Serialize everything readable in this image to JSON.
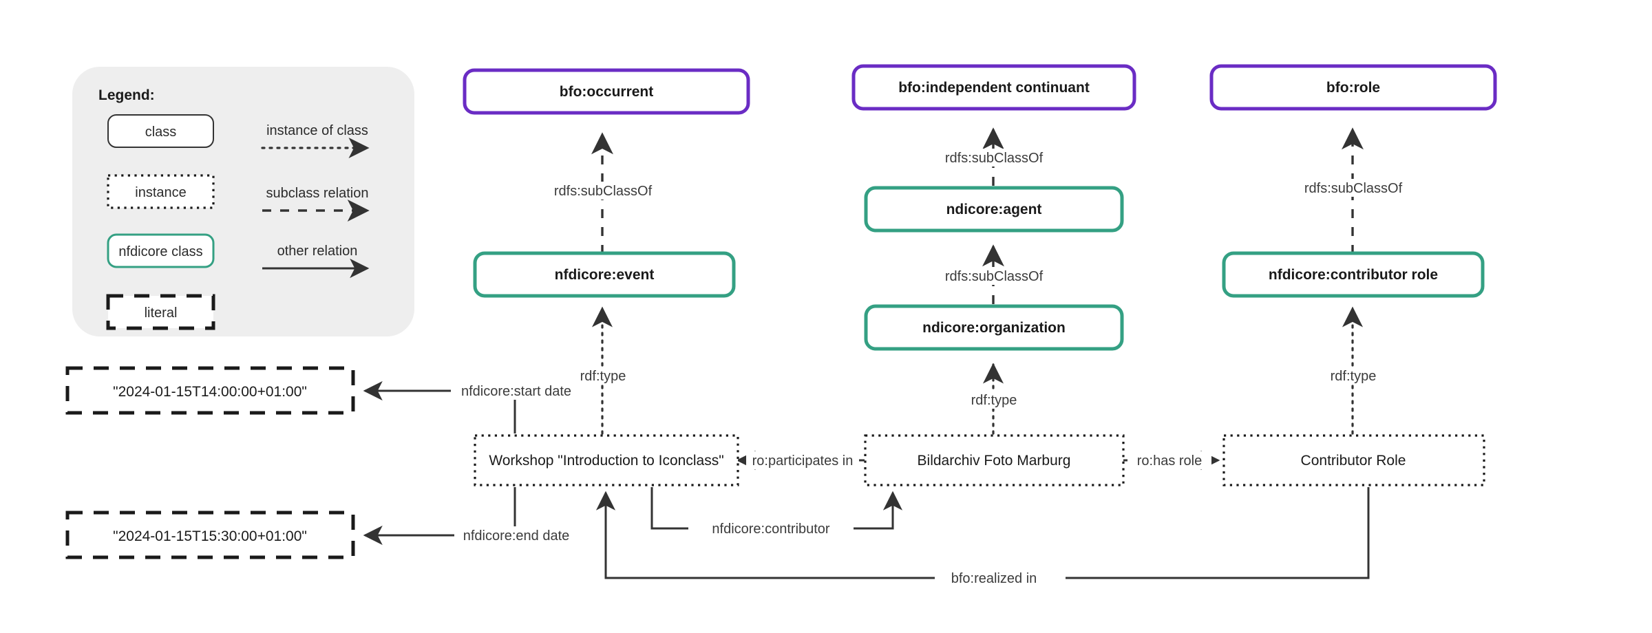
{
  "legend": {
    "title": "Legend:",
    "shapes": [
      {
        "name": "class",
        "label": "class",
        "style": "rounded-solid"
      },
      {
        "name": "instance",
        "label": "instance",
        "style": "dotted-rect"
      },
      {
        "name": "nfdicore-class",
        "label": "nfdicore class",
        "style": "rounded-green"
      },
      {
        "name": "literal",
        "label": "literal",
        "style": "dashed-rect"
      }
    ],
    "edges": [
      {
        "name": "instance-of-class",
        "label": "instance of class",
        "style": "dotted-arrow"
      },
      {
        "name": "subclass-relation",
        "label": "subclass relation",
        "style": "dashed-arrow"
      },
      {
        "name": "other-relation",
        "label": "other relation",
        "style": "solid-arrow"
      }
    ]
  },
  "colors": {
    "bfo_class_border": "#6a2cc4",
    "nfdicore_class_border": "#34a083",
    "legend_background": "#eeeeee",
    "edge": "#333333",
    "text": "#1a1a1a"
  },
  "nodes": {
    "bfo_occurrent": "bfo:occurrent",
    "bfo_independent_continuant": "bfo:independent continuant",
    "bfo_role": "bfo:role",
    "nfdicore_event": "nfdicore:event",
    "ndicore_agent": "ndicore:agent",
    "ndicore_organization": "ndicore:organization",
    "nfdicore_contributor_role": "nfdicore:contributor role",
    "workshop_instance": "Workshop \"Introduction to Iconclass\"",
    "bildarchiv_instance": "Bildarchiv Foto Marburg",
    "contributor_role_instance": "Contributor Role",
    "start_date_literal": "\"2024-01-15T14:00:00+01:00\"",
    "end_date_literal": "\"2024-01-15T15:30:00+01:00\""
  },
  "edge_labels": {
    "subclass_occurrent_event": "rdfs:subClassOf",
    "subclass_continuant_agent": "rdfs:subClassOf",
    "subclass_agent_organization": "rdfs:subClassOf",
    "subclass_role_contributorrole": "rdfs:subClassOf",
    "type_workshop_event": "rdf:type",
    "type_bildarchiv_organization": "rdf:type",
    "type_contributorrole": "rdf:type",
    "start_date": "nfdicore:start date",
    "end_date": "nfdicore:end date",
    "participates_in": "ro:participates in",
    "has_role": "ro:has role",
    "contributor": "nfdicore:contributor",
    "realized_in": "bfo:realized in"
  }
}
